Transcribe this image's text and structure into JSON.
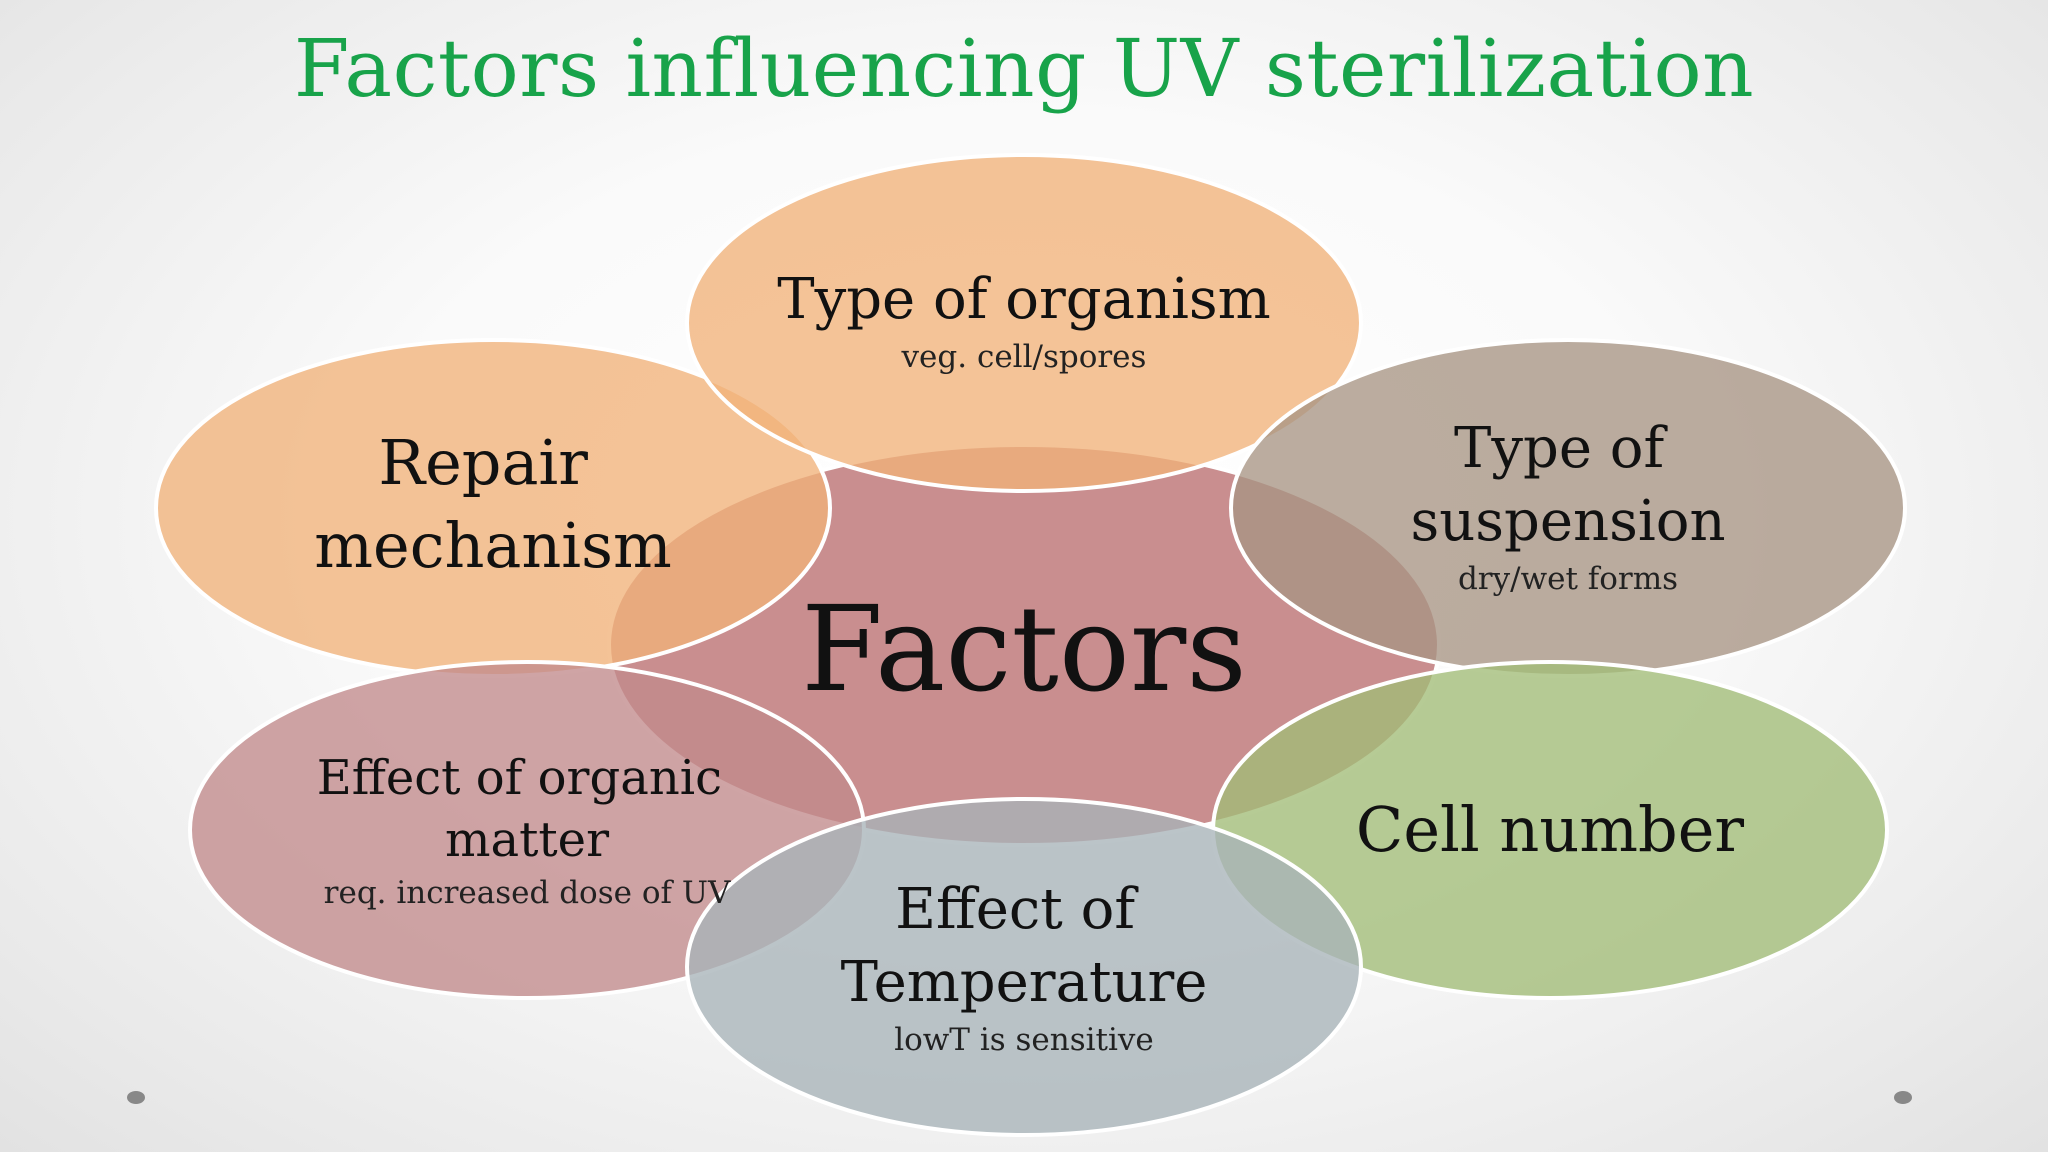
{
  "title": "Factors influencing UV sterilization",
  "center": {
    "label": "Factors",
    "color": "#c98e8f"
  },
  "factors": [
    {
      "id": "type-of-organism",
      "lines": [
        "Type of organism"
      ],
      "sub": "veg. cell/spores",
      "color": "#f1b27a"
    },
    {
      "id": "repair-mechanism",
      "lines": [
        "Repair",
        "mechanism"
      ],
      "sub": "",
      "color": "#f1b27a"
    },
    {
      "id": "type-of-suspension",
      "lines": [
        "Type of",
        "suspension"
      ],
      "sub": "dry/wet forms",
      "color": "#a89584"
    },
    {
      "id": "effect-of-organic-matter",
      "lines": [
        "Effect of organic",
        "matter"
      ],
      "sub": "req. increased dose of UV",
      "color": "#c28a8c"
    },
    {
      "id": "cell-number",
      "lines": [
        "Cell number"
      ],
      "sub": "",
      "color": "#a2bd77"
    },
    {
      "id": "effect-of-temperature",
      "lines": [
        "Effect of",
        "Temperature"
      ],
      "sub": "lowT is sensitive",
      "color": "#a8b3b8"
    }
  ]
}
